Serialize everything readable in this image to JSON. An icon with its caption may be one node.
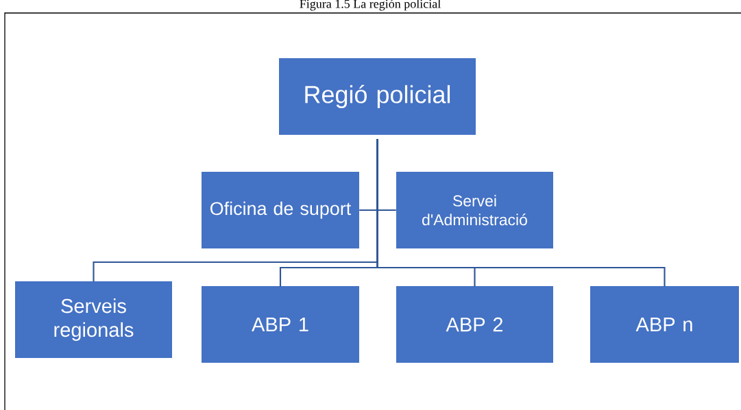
{
  "diagram": {
    "title": "Figura 1.5 La región policial",
    "nodes": [
      {
        "text": [
          "Regió policial"
        ]
      },
      {
        "text": [
          "Oficina de suport"
        ]
      },
      {
        "text": [
          "Servei d'Administració"
        ]
      },
      {
        "text": [
          "Serveis regionals"
        ]
      },
      {
        "text": [
          "ABP 1"
        ]
      },
      {
        "text": [
          "ABP 2"
        ]
      },
      {
        "text": [
          "ABP n"
        ]
      }
    ],
    "edges": [
      {
        "from": 0,
        "to": 1,
        "arrow": "none"
      },
      {
        "from": 0,
        "to": 2,
        "arrow": "none"
      },
      {
        "from": 0,
        "to": 3,
        "arrow": "none"
      },
      {
        "from": 0,
        "to": 4,
        "arrow": "none"
      },
      {
        "from": 0,
        "to": 5,
        "arrow": "none"
      },
      {
        "from": 0,
        "to": 6,
        "arrow": "none"
      }
    ]
  }
}
